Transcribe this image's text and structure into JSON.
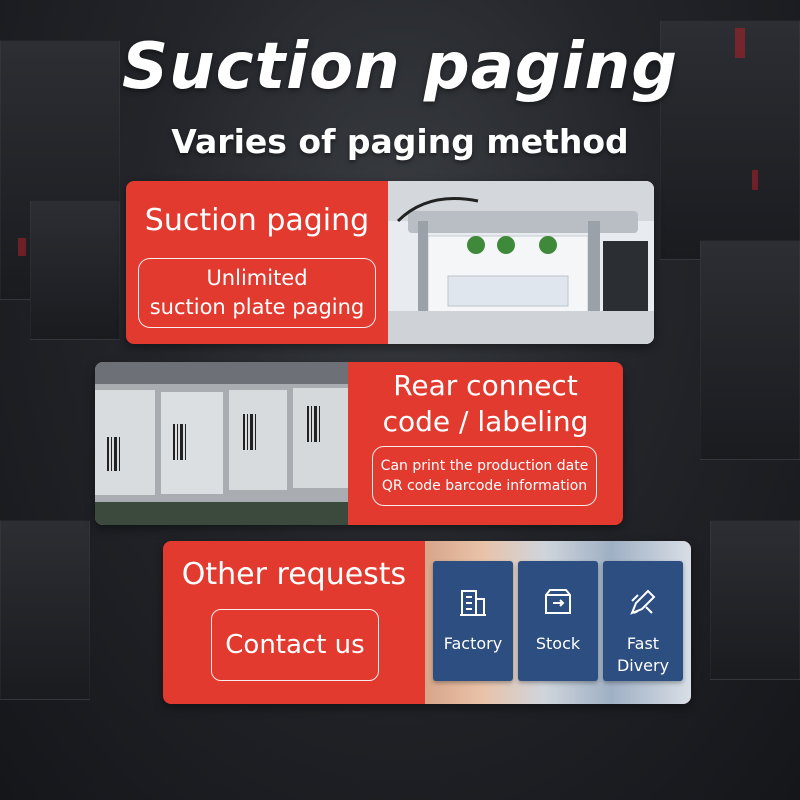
{
  "header": {
    "title": "Suction paging",
    "subtitle": "Varies of paging method"
  },
  "cards": [
    {
      "heading": "Suction paging",
      "pill_line1": "Unlimited",
      "pill_line2": "suction plate paging"
    },
    {
      "heading_line1": "Rear connect",
      "heading_line2": "code / labeling",
      "pill_line1": "Can print the production date",
      "pill_line2": "QR code barcode information"
    },
    {
      "heading": "Other requests",
      "button": "Contact us",
      "services": [
        {
          "icon": "factory-icon",
          "line1": "Factory",
          "line2": ""
        },
        {
          "icon": "stock-icon",
          "line1": "Stock",
          "line2": ""
        },
        {
          "icon": "delivery-icon",
          "line1": "Fast",
          "line2": "Divery"
        }
      ]
    }
  ],
  "colors": {
    "accent_red": "#e23a2f",
    "service_blue": "#2d4e80",
    "background": "#23252a"
  }
}
